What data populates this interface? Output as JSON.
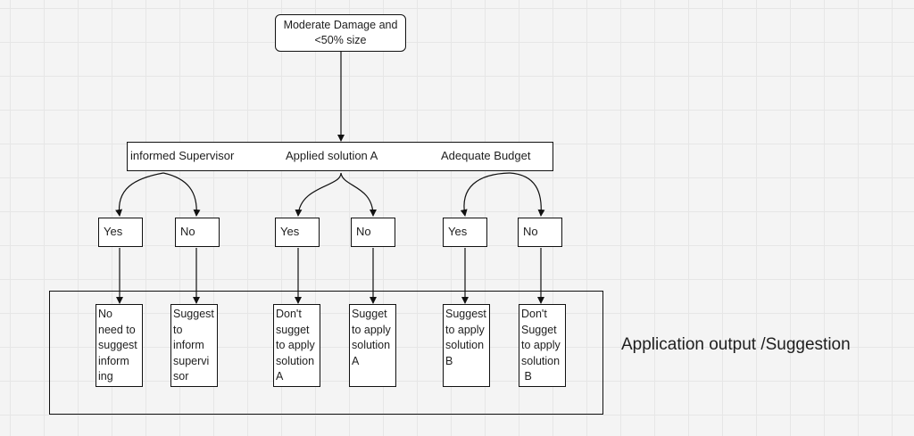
{
  "root": {
    "line1": "Moderate Damage and",
    "line2": "<50% size"
  },
  "criteria": [
    {
      "label": "informed Supervisor"
    },
    {
      "label": "Applied solution A"
    },
    {
      "label": "Adequate Budget"
    }
  ],
  "branches": [
    {
      "label": "Yes"
    },
    {
      "label": "No"
    },
    {
      "label": "Yes"
    },
    {
      "label": "No"
    },
    {
      "label": "Yes"
    },
    {
      "label": "No"
    }
  ],
  "outputs": [
    {
      "text": "No\nneed to\nsuggest\ninform\ning"
    },
    {
      "text": "Suggest\nto\ninform\nsupervi\nsor"
    },
    {
      "text": "Don't\nsugget\nto apply\nsolution\nA"
    },
    {
      "text": "Sugget\nto apply\nsolution\nA"
    },
    {
      "text": "Suggest\nto apply\nsolution\nB"
    },
    {
      "text": "Don't\nSugget\nto apply\nsolution\n B"
    }
  ],
  "caption": "Application output /Suggestion",
  "colors": {
    "line": "#111111",
    "box": "#ffffff",
    "grid": "#e6e6e6",
    "canvas": "#f4f4f4"
  }
}
